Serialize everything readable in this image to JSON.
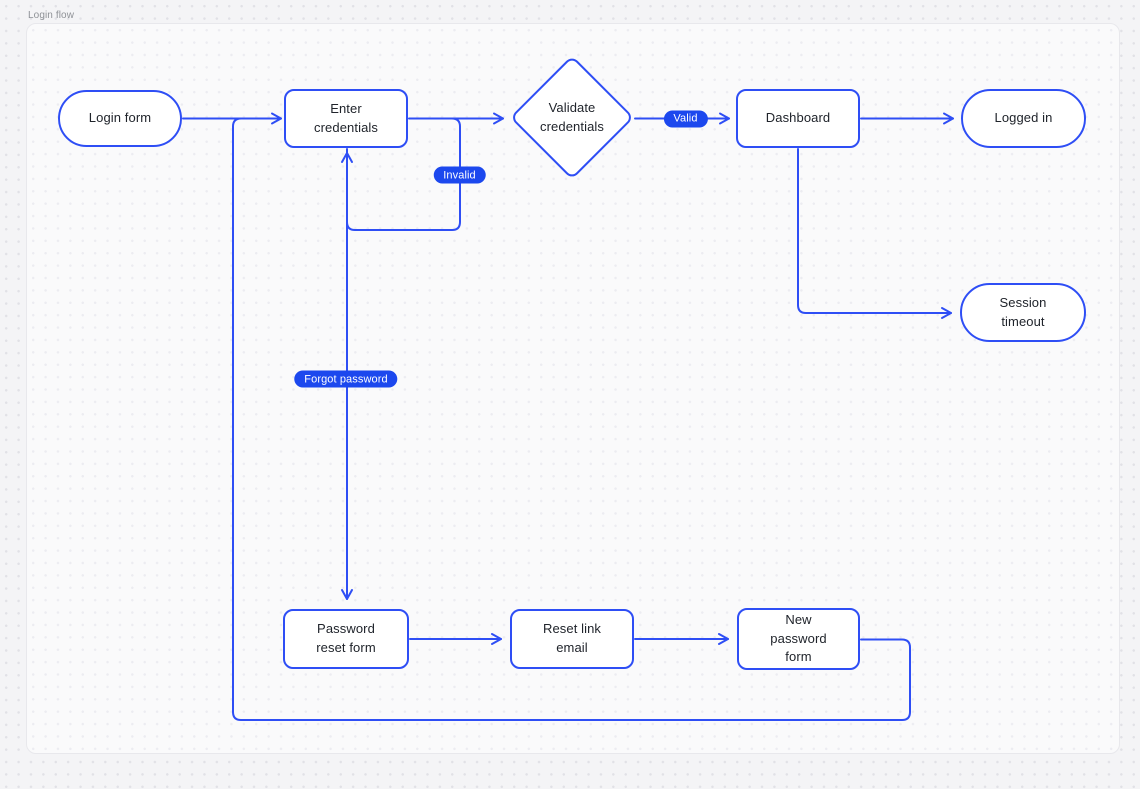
{
  "canvas": {
    "title": "Login flow"
  },
  "colors": {
    "accent_blue": "#2e4ef5",
    "pill_blue": "#1c48ee",
    "node_fill": "#ffffff",
    "node_text": "#20242b",
    "frame_bg": "#fafafb",
    "page_bg": "#f4f4f6",
    "frame_title_text": "#8e9196"
  },
  "nodes": {
    "login_form": {
      "label": "Login form",
      "shape": "stadium"
    },
    "enter_credentials": {
      "label": "Enter\ncredentials",
      "shape": "rect"
    },
    "validate_credentials": {
      "label": "Validate\ncredentials",
      "shape": "diamond"
    },
    "dashboard": {
      "label": "Dashboard",
      "shape": "rect"
    },
    "logged_in": {
      "label": "Logged in",
      "shape": "stadium"
    },
    "session_timeout": {
      "label": "Session\ntimeout",
      "shape": "stadium"
    },
    "password_reset_form": {
      "label": "Password\nreset form",
      "shape": "rect"
    },
    "reset_link_email": {
      "label": "Reset link\nemail",
      "shape": "rect"
    },
    "new_password_form": {
      "label": "New\npassword\nform",
      "shape": "rect"
    }
  },
  "edge_labels": {
    "valid": "Valid",
    "invalid": "Invalid",
    "forgot_password": "Forgot password"
  },
  "edges": [
    {
      "from": "login_form",
      "to": "enter_credentials",
      "label": ""
    },
    {
      "from": "enter_credentials",
      "to": "validate_credentials",
      "label": ""
    },
    {
      "from": "validate_credentials",
      "to": "dashboard",
      "label": "Valid"
    },
    {
      "from": "validate_credentials",
      "to": "enter_credentials",
      "label": "Invalid"
    },
    {
      "from": "enter_credentials",
      "to": "password_reset_form",
      "label": "Forgot password"
    },
    {
      "from": "dashboard",
      "to": "logged_in",
      "label": ""
    },
    {
      "from": "dashboard",
      "to": "session_timeout",
      "label": ""
    },
    {
      "from": "password_reset_form",
      "to": "reset_link_email",
      "label": ""
    },
    {
      "from": "reset_link_email",
      "to": "new_password_form",
      "label": ""
    },
    {
      "from": "new_password_form",
      "to": "enter_credentials",
      "label": ""
    }
  ]
}
